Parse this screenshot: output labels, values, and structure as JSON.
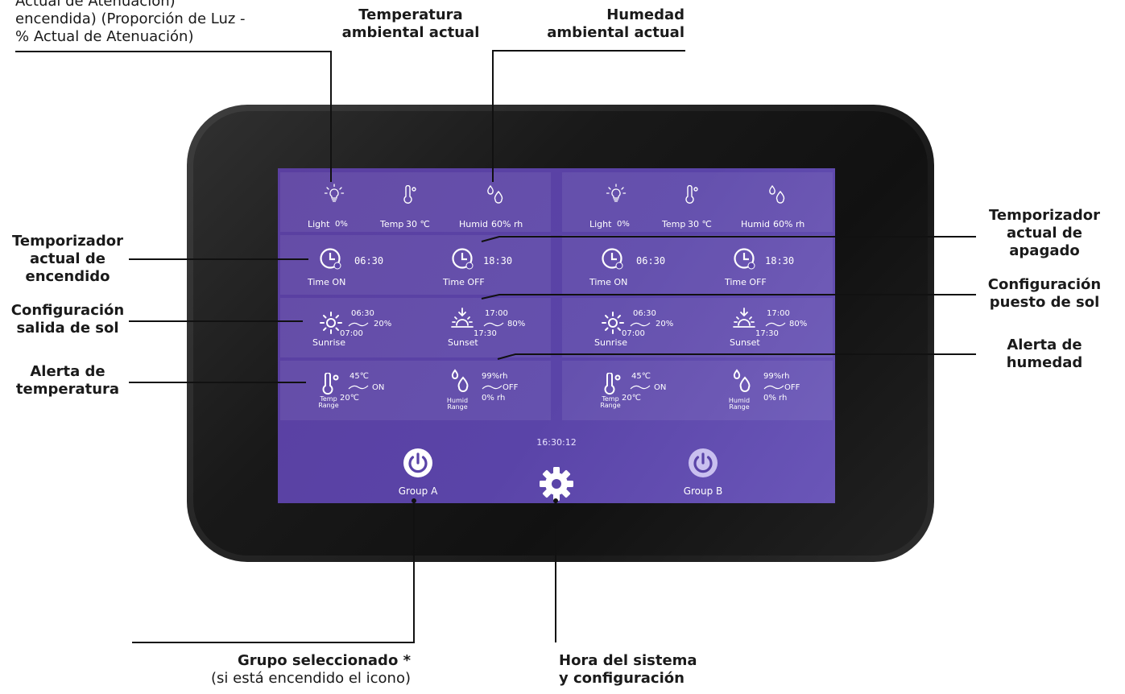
{
  "annotations": {
    "top_left_note": "(Color del icono: Estado de luz encendida) (Proporción de Luz - % Actual de Atenuación)",
    "top_left_line2": "encendida)  (Proporción de Luz -",
    "top_left_line3": "% Actual de Atenuación)",
    "temp_title_1": "Temperatura",
    "temp_title_2": "ambiental actual",
    "humid_title_1": "Humedad",
    "humid_title_2": "ambiental actual",
    "timer_on_1": "Temporizador",
    "timer_on_2": "actual de",
    "timer_on_3": "encendido",
    "timer_off_1": "Temporizador",
    "timer_off_2": "actual de",
    "timer_off_3": "apagado",
    "sunrise_1": "Configuración",
    "sunrise_2": "salida de sol",
    "sunset_1": "Configuración",
    "sunset_2": "puesto de sol",
    "temp_alert_1": "Alerta de",
    "temp_alert_2": "temperatura",
    "humid_alert_1": "Alerta de",
    "humid_alert_2": "humedad",
    "group_sel_1": "Grupo seleccionado *",
    "group_sel_2": "(si está encendido el icono)",
    "sys_time_1": "Hora del sistema",
    "sys_time_2": "y configuración"
  },
  "screen": {
    "clock": "16:30:12",
    "panel_a": {
      "light_label": "Light",
      "light_value": "0%",
      "temp_label": "Temp",
      "temp_value": "30 ℃",
      "humid_label": "Humid",
      "humid_value": "60% rh",
      "time_on_value": "06:30",
      "time_on_label": "Time ON",
      "time_off_value": "18:30",
      "time_off_label": "Time OFF",
      "sunrise_start": "06:30",
      "sunrise_end": "07:00",
      "sunrise_pct": "20%",
      "sunrise_label": "Sunrise",
      "sunset_start": "17:00",
      "sunset_end": "17:30",
      "sunset_pct": "80%",
      "sunset_label": "Sunset",
      "temp_high": "45℃",
      "temp_low": "20℃",
      "temp_state": "ON",
      "temp_range_1": "Temp",
      "temp_range_2": "Range",
      "humid_high": "99%rh",
      "humid_low": "0% rh",
      "humid_state": "OFF",
      "humid_range_1": "Humid",
      "humid_range_2": "Range"
    },
    "panel_b": {
      "light_label": "Light",
      "light_value": "0%",
      "temp_label": "Temp",
      "temp_value": "30 ℃",
      "humid_label": "Humid",
      "humid_value": "60% rh",
      "time_on_value": "06:30",
      "time_on_label": "Time ON",
      "time_off_value": "18:30",
      "time_off_label": "Time OFF",
      "sunrise_start": "06:30",
      "sunrise_end": "07:00",
      "sunrise_pct": "20%",
      "sunrise_label": "Sunrise",
      "sunset_start": "17:00",
      "sunset_end": "17:30",
      "sunset_pct": "80%",
      "sunset_label": "Sunset",
      "temp_high": "45℃",
      "temp_low": "20℃",
      "temp_state": "ON",
      "temp_range_1": "Temp",
      "temp_range_2": "Range",
      "humid_high": "99%rh",
      "humid_low": "0% rh",
      "humid_state": "OFF",
      "humid_range_1": "Humid",
      "humid_range_2": "Range"
    },
    "group_a_label": "Group A",
    "group_b_label": "Group B"
  },
  "colors": {
    "screen_purple": "#5a44a8",
    "device_body": "#1e1e1e",
    "active_group": "#ffffff",
    "inactive_group": "#c9c0ef"
  }
}
